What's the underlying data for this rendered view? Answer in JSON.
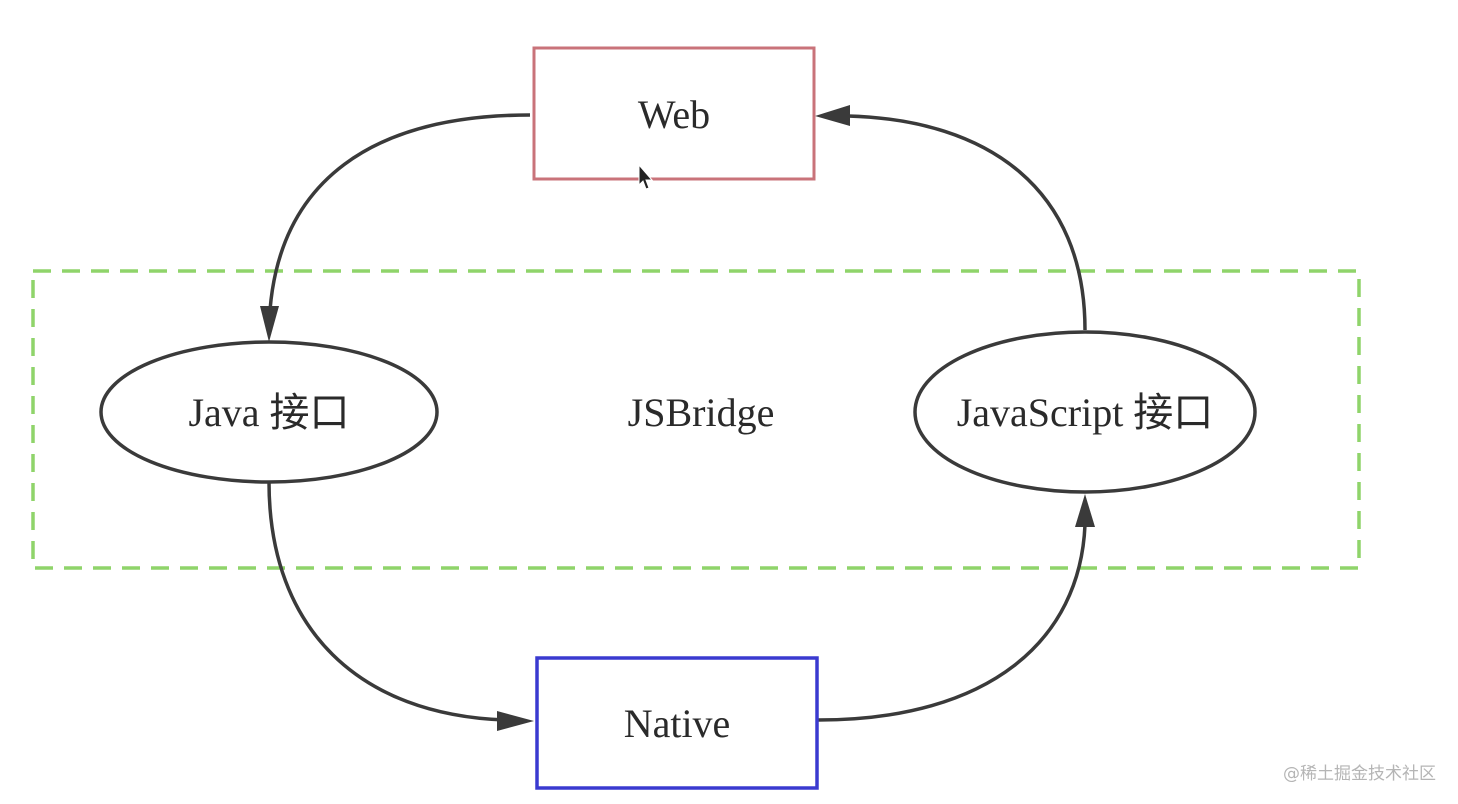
{
  "diagram": {
    "group": {
      "label": "JSBridge",
      "border_color": "#8fd46a"
    },
    "nodes": {
      "web": {
        "label": "Web",
        "shape": "rectangle",
        "border_color": "#c9737a"
      },
      "native": {
        "label": "Native",
        "shape": "rectangle",
        "border_color": "#3a3ad0"
      },
      "java_interface": {
        "label": "Java 接口",
        "shape": "ellipse",
        "border_color": "#3a3a3a"
      },
      "javascript_interface": {
        "label": "JavaScript 接口",
        "shape": "ellipse",
        "border_color": "#3a3a3a"
      }
    },
    "edges": [
      {
        "from": "web",
        "to": "java_interface"
      },
      {
        "from": "java_interface",
        "to": "native"
      },
      {
        "from": "native",
        "to": "javascript_interface"
      },
      {
        "from": "javascript_interface",
        "to": "web"
      }
    ]
  },
  "watermark": "@稀土掘金技术社区",
  "cursor_icon": "mouse-pointer-icon"
}
